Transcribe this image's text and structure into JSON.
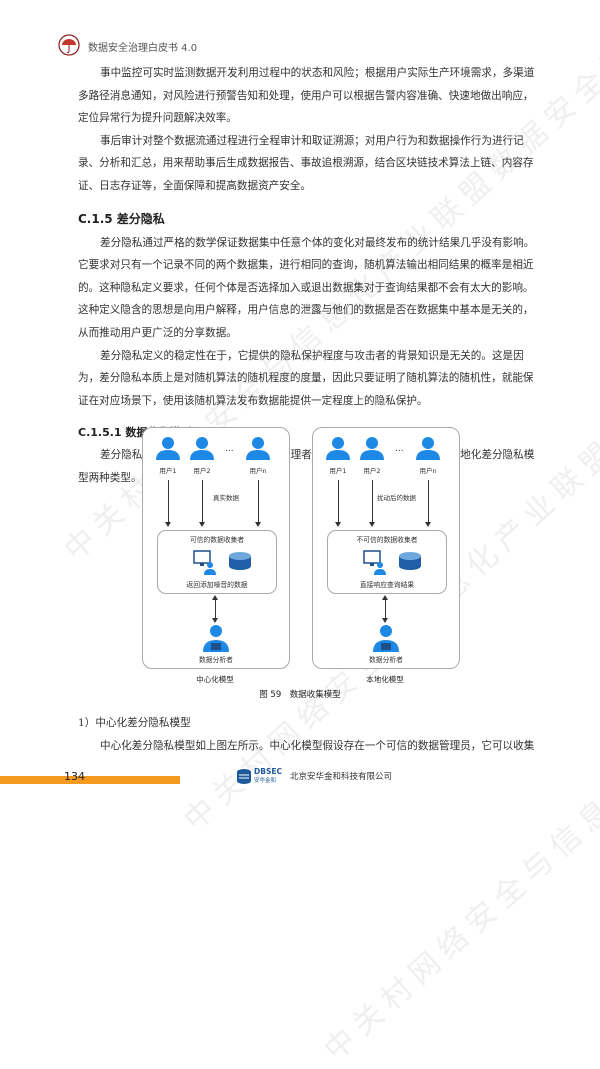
{
  "header": {
    "title": "数据安全治理白皮书 4.0"
  },
  "watermark": "中关村网络安全与信息化产业联盟数据安全治理专业委员会",
  "intro_paragraphs": [
    "事中监控可实时监测数据开发利用过程中的状态和风险；根据用户实际生产环境需求，多渠道多路径消息通知，对风险进行预警告知和处理，使用户可以根据告警内容准确、快速地做出响应，定位异常行为提升问题解决效率。",
    "事后审计对整个数据流通过程进行全程审计和取证溯源；对用户行为和数据操作行为进行记录、分析和汇总，用来帮助事后生成数据报告、事故追根溯源，结合区块链技术算法上链、内容存证、日志存证等，全面保障和提高数据资产安全。"
  ],
  "section": {
    "heading": "C.1.5 差分隐私",
    "paragraphs": [
      "差分隐私通过严格的数学保证数据集中任意个体的变化对最终发布的统计结果几乎没有影响。它要求对只有一个记录不同的两个数据集，进行相同的查询，随机算法输出相同结果的概率是相近的。这种隐私定义要求，任何个体是否选择加入或退出数据集对于查询结果都不会有太大的影响。这种定义隐含的思想是向用户解释，用户信息的泄露与他们的数据是否在数据集中基本是无关的，从而推动用户更广泛的分享数据。",
      "差分隐私定义的稳定性在于，它提供的隐私保护程度与攻击者的背景知识是无关的。这是因为，差分隐私本质上是对随机算法的随机程度的度量，因此只要证明了随机算法的随机性，就能保证在对应场景下，使用该随机算法发布数据能提供一定程度上的隐私保护。"
    ]
  },
  "subsection": {
    "heading": "C.1.5.1 数据收集模型",
    "paragraph": "差分隐私可以通过是否存在可信的数据管理者，分为中心化差分隐私模型与本地化差分隐私模型两种类型。"
  },
  "figure": {
    "left": {
      "users": [
        "用户1",
        "用户2",
        "用户n"
      ],
      "ellipsis": "...",
      "flow_label": "真实数据",
      "collector_title": "可信的数据收集者",
      "collector_caption": "返回添加噪音的数据",
      "analyst": "数据分析者",
      "model_label": "中心化模型"
    },
    "right": {
      "users": [
        "用户1",
        "用户2",
        "用户n"
      ],
      "ellipsis": "...",
      "flow_label": "扰动后的数据",
      "collector_title": "不可信的数据收集者",
      "collector_caption": "直接响应查询结果",
      "analyst": "数据分析者",
      "model_label": "本地化模型"
    },
    "caption": "图 59　数据收集模型",
    "colors": {
      "person": "#1e88e5",
      "db_top": "#6fa8dc",
      "db_body": "#1f5fa8"
    }
  },
  "list_item": {
    "heading": "1）中心化差分隐私模型",
    "paragraph": "中心化差分隐私模型如上图左所示。中心化模型假设存在一个可信的数据管理员，它可以收集"
  },
  "footer": {
    "page_number": "134",
    "brand": "DBSEC",
    "brand_sub": "安华金和",
    "company": "北京安华金和科技有限公司",
    "accent_color": "#f39a1f"
  }
}
